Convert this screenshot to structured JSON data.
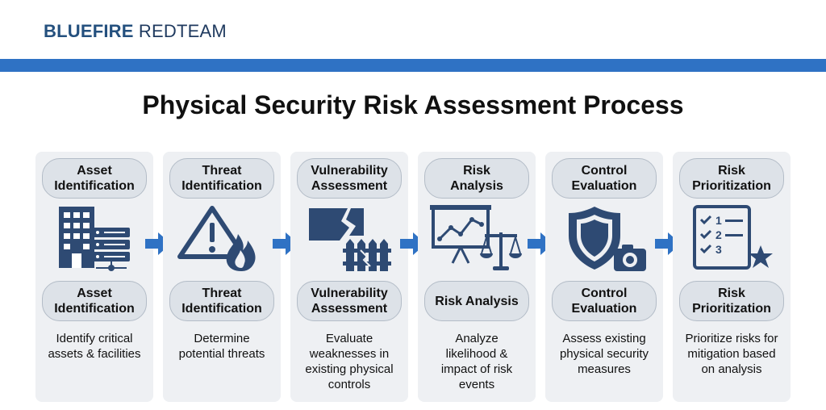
{
  "header": {
    "brand_bold": "BLUEFIRE",
    "brand_light": "REDTEAM"
  },
  "title": "Physical Security Risk Assessment Process",
  "colors": {
    "accent_blue": "#2f72c4",
    "icon_navy": "#2e4a73",
    "card_bg": "#eef0f3",
    "pill_bg": "#dde2e8"
  },
  "steps": [
    {
      "top_label": "Asset\nIdentification",
      "icon": "building-server-icon",
      "bottom_label": "Asset\nIdentification",
      "description": "Identify critical\nassets & facilities"
    },
    {
      "top_label": "Threat\nIdentification",
      "icon": "warning-fire-icon",
      "bottom_label": "Threat\nIdentification",
      "description": "Determine\npotential threats"
    },
    {
      "top_label": "Vulnerability\nAssessment",
      "icon": "broken-wall-fence-icon",
      "bottom_label": "Vulnerability\nAssessment",
      "description": "Evaluate\nweaknesses in\nexisting physical\ncontrols"
    },
    {
      "top_label": "Risk\nAnalysis",
      "icon": "chart-scales-icon",
      "bottom_label": "Risk Analysis",
      "description": "Analyze\nlikelihood &\nimpact of risk\nevents"
    },
    {
      "top_label": "Control\nEvaluation",
      "icon": "shield-camera-icon",
      "bottom_label": "Control\nEvaluation",
      "description": "Assess existing\nphysical security\nmeasures"
    },
    {
      "top_label": "Risk\nPrioritization",
      "icon": "checklist-star-icon",
      "bottom_label": "Risk\nPrioritization",
      "description": "Prioritize risks for\nmitigation based\non analysis"
    }
  ],
  "checklist_numbers": [
    "1",
    "2",
    "3"
  ]
}
